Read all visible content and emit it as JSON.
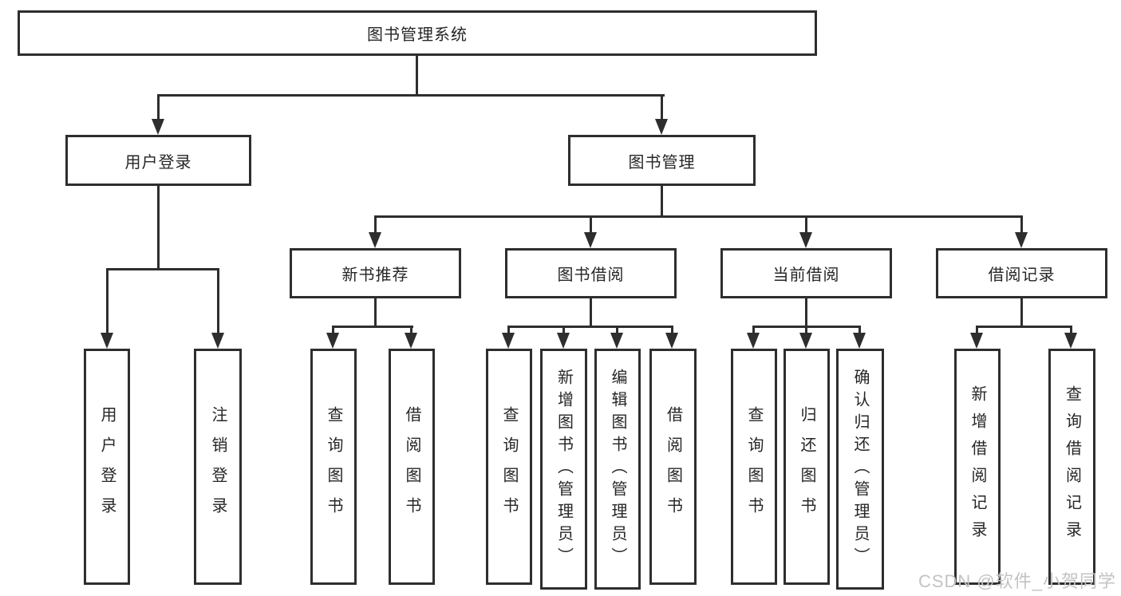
{
  "diagram": {
    "title": "图书管理系统",
    "level2": [
      "用户登录",
      "图书管理"
    ],
    "level3": [
      "新书推荐",
      "图书借阅",
      "当前借阅",
      "借阅记录"
    ],
    "leaves": {
      "user_login": [
        "用户登录",
        "注销登录"
      ],
      "new_book": [
        "查询图书",
        "借阅图书"
      ],
      "book_borrow": [
        "查询图书",
        "新增图书（管理员）",
        "编辑图书（管理员）",
        "借阅图书"
      ],
      "current_borrow": [
        "查询图书",
        "归还图书",
        "确认归还（管理员）"
      ],
      "borrow_record": [
        "新增借阅记录",
        "查询借阅记录"
      ]
    }
  },
  "watermark": {
    "text": "CSDN @软件_小贺同学"
  },
  "colors": {
    "line": "#2e2e2e",
    "text": "#262626",
    "watermark": "#c3c3c3"
  }
}
